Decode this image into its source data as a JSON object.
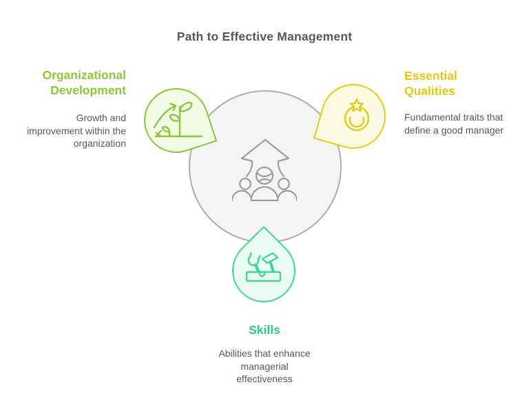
{
  "title": {
    "text": "Path to Effective Management",
    "color": "#56575A"
  },
  "center_circle": {
    "fill": "#F4F4F4",
    "border_color": "#ACACAC",
    "icon": "team-up-arrow-icon",
    "icon_color": "#9C9C9C"
  },
  "description_color": "#57585A",
  "nodes": {
    "organizational_development": {
      "label": "Organizational\nDevelopment",
      "description": "Growth and\nimprovement within the\norganization",
      "accent_color": "#8CC63E",
      "label_color": "#8CC63E",
      "fill_color": "#F3FAE4",
      "icon": "growth-plant-icon"
    },
    "essential_qualities": {
      "label": "Essential\nQualities",
      "description": "Fundamental traits that\ndefine a good manager",
      "accent_color": "#E3CD18",
      "label_color": "#E0CA14",
      "fill_color": "#FCF9E3",
      "icon": "award-star-icon"
    },
    "skills": {
      "label": "Skills",
      "description": "Abilities that enhance\nmanagerial\neffectiveness",
      "accent_color": "#44D392",
      "label_color": "#2FCB84",
      "fill_color": "#E9FBF2",
      "icon": "tools-icon"
    }
  }
}
